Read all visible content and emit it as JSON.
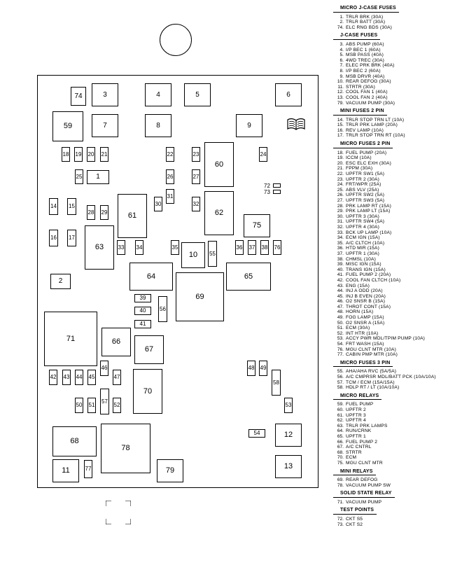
{
  "diagram": {
    "fuse_labels": [
      "74",
      "3",
      "4",
      "5",
      "6",
      "59",
      "7",
      "8",
      "9",
      "18",
      "19",
      "20",
      "21",
      "22",
      "23",
      "60",
      "24",
      "25",
      "1",
      "72",
      "73",
      "26",
      "27",
      "31",
      "14",
      "15",
      "28",
      "29",
      "61",
      "30",
      "32",
      "62",
      "75",
      "16",
      "17",
      "63",
      "33",
      "34",
      "35",
      "10",
      "55",
      "36",
      "37",
      "38",
      "76",
      "2",
      "64",
      "65",
      "69",
      "39",
      "40",
      "56",
      "41",
      "71",
      "66",
      "67",
      "42",
      "43",
      "44",
      "45",
      "46",
      "47",
      "48",
      "49",
      "58",
      "70",
      "50",
      "51",
      "57",
      "52",
      "53",
      "68",
      "78",
      "54",
      "12",
      "11",
      "77",
      "79",
      "13"
    ],
    "icon": "manual-book-icon"
  },
  "legend": [
    {
      "title": "MICRO J-CASE FUSES",
      "items": [
        {
          "num": "1.",
          "label": "TRLR BRK   (30A)"
        },
        {
          "num": "2.",
          "label": "TRLR BATT   (30A)"
        },
        {
          "num": "74.",
          "label": "ELC RNG BDS  (30A)"
        }
      ]
    },
    {
      "title": "J-CASE FUSES",
      "items": [
        {
          "num": "3.",
          "label": "ABS PUMP   (60A)"
        },
        {
          "num": "4.",
          "label": "I/P BEC 1   (60A)"
        },
        {
          "num": "5.",
          "label": "MSB PASS   (40A)"
        },
        {
          "num": "6.",
          "label": "4WD TREC   (30A)"
        },
        {
          "num": "7.",
          "label": "ELEC PRK BRK   (40A)"
        },
        {
          "num": "8.",
          "label": "I/P BEC 2   (60A)"
        },
        {
          "num": "9.",
          "label": "MSB DRVR   (40A)"
        },
        {
          "num": "10.",
          "label": "REAR DEFOG  (30A)"
        },
        {
          "num": "11.",
          "label": "STRTR  (30A)"
        },
        {
          "num": "12.",
          "label": "COOL FAN 1 (40A)"
        },
        {
          "num": "13.",
          "label": "COOL FAN 2 (40A)"
        },
        {
          "num": "79.",
          "label": "VACUUM PUMP (30A)"
        }
      ]
    },
    {
      "title": "MINI FUSES 2 PIN",
      "items": [
        {
          "num": "14.",
          "label": "TRLR STOP TRN LT  (10A)"
        },
        {
          "num": "15.",
          "label": "TRLR PRK LAMP  (20A)"
        },
        {
          "num": "16.",
          "label": "REV LAMP  (10A)"
        },
        {
          "num": "17.",
          "label": "TRLR STOP TRN RT  (10A)"
        }
      ]
    },
    {
      "title": "MICRO FUSES 2 PIN",
      "items": [
        {
          "num": "18.",
          "label": "FUEL PUMP  (20A)"
        },
        {
          "num": "19.",
          "label": "ICCM  (10A)"
        },
        {
          "num": "20.",
          "label": "ESC ELC EXH  (30A)"
        },
        {
          "num": "21.",
          "label": "FPPM  (30A)"
        },
        {
          "num": "22.",
          "label": "UPFTR SW1  (5A)"
        },
        {
          "num": "23.",
          "label": "UPFTR 2  (30A)"
        },
        {
          "num": "24.",
          "label": "FRT/WPR  (25A)"
        },
        {
          "num": "25.",
          "label": "ABS VLV  (25A)"
        },
        {
          "num": "26.",
          "label": "UPFTR SW2  (5A)"
        },
        {
          "num": "27.",
          "label": "UPFTR SW3  (5A)"
        },
        {
          "num": "28.",
          "label": "PRK LAMP RT  (15A)"
        },
        {
          "num": "29.",
          "label": "PRK LAMP LT  (15A)"
        },
        {
          "num": "30.",
          "label": "UPFTR 3  (30A)"
        },
        {
          "num": "31.",
          "label": "UPFTR SW4  (5A)"
        },
        {
          "num": "32.",
          "label": "UPFTR 4  (30A)"
        },
        {
          "num": "33.",
          "label": "BCK UP LAMP  (10A)"
        },
        {
          "num": "34.",
          "label": "ECM IGN  (15A)"
        },
        {
          "num": "35.",
          "label": "A/C CLTCH  (10A)"
        },
        {
          "num": "36.",
          "label": "HTD MIR  (15A)"
        },
        {
          "num": "37.",
          "label": "UPFTR 1  (30A)"
        },
        {
          "num": "38.",
          "label": "CHMSL  (10A)"
        },
        {
          "num": "39.",
          "label": "MISC IGN  (15A)"
        },
        {
          "num": "40.",
          "label": "TRANS IGN  (15A)"
        },
        {
          "num": "41.",
          "label": "FUEL PUMP 2  (20A)"
        },
        {
          "num": "42.",
          "label": "COOL FAN CLTCH  (10A)"
        },
        {
          "num": "43.",
          "label": "ENG  (15A)"
        },
        {
          "num": "44.",
          "label": "INJ A ODD  (20A)"
        },
        {
          "num": "45.",
          "label": "INJ B EVEN  (20A)"
        },
        {
          "num": "46.",
          "label": "O2 SNSR B  (15A)"
        },
        {
          "num": "47.",
          "label": "THROT CONT  (15A)"
        },
        {
          "num": "48.",
          "label": "HORN  (15A)"
        },
        {
          "num": "49.",
          "label": "FOG LAMP  (15A)"
        },
        {
          "num": "50.",
          "label": "O2 SNSR A  (15A)"
        },
        {
          "num": "51.",
          "label": "ECM  (30A)"
        },
        {
          "num": "52.",
          "label": "INT HTR  (10A)"
        },
        {
          "num": "53.",
          "label": "ACCY PWR MDL/TPIM PUMP  (10A)"
        },
        {
          "num": "54.",
          "label": "FRT WASH  (15A)"
        },
        {
          "num": "76.",
          "label": "MGU CLNT MTR  (10A)"
        },
        {
          "num": "77.",
          "label": "CABIN PMP MTR  (10A)"
        }
      ]
    },
    {
      "title": "MICRO FUSES 3 PIN",
      "items": [
        {
          "num": "55.",
          "label": "AHA/AHA RVC  (5A/5A)"
        },
        {
          "num": "56.",
          "label": "A/C CMPRSR MDL/BATT PCK  (10A/10A)"
        },
        {
          "num": "57.",
          "label": "TCM / ECM  (15A/15A)"
        },
        {
          "num": "58.",
          "label": "HDLP RT / LT  (10A/10A)"
        }
      ]
    },
    {
      "title": "MICRO RELAYS",
      "items": [
        {
          "num": "59.",
          "label": "FUEL PUMP"
        },
        {
          "num": "60.",
          "label": "UPFTR 2"
        },
        {
          "num": "61.",
          "label": "UPFTR 3"
        },
        {
          "num": "62.",
          "label": "UPFTR 4"
        },
        {
          "num": "63.",
          "label": "TRLR PRK LAMPS"
        },
        {
          "num": "64.",
          "label": "RUN/CRNK"
        },
        {
          "num": "65.",
          "label": "UPFTR 1"
        },
        {
          "num": "66.",
          "label": "FUEL PUMP 2"
        },
        {
          "num": "67.",
          "label": "A/C CNTRL"
        },
        {
          "num": "68.",
          "label": "STRTR"
        },
        {
          "num": "70.",
          "label": "ECM"
        },
        {
          "num": "75.",
          "label": "MGU CLNT MTR"
        }
      ]
    },
    {
      "title": "MINI RELAYS",
      "items": [
        {
          "num": "69.",
          "label": "REAR DEFOG"
        },
        {
          "num": "78.",
          "label": "VACUUM PUMP SW"
        }
      ]
    },
    {
      "title": "SOLID STATE RELAY",
      "items": [
        {
          "num": "71.",
          "label": "VACUUM PUMP"
        }
      ]
    },
    {
      "title": "TEST POINTS",
      "items": [
        {
          "num": "72.",
          "label": "CKT S5"
        },
        {
          "num": "73.",
          "label": "CKT S2"
        }
      ]
    }
  ]
}
